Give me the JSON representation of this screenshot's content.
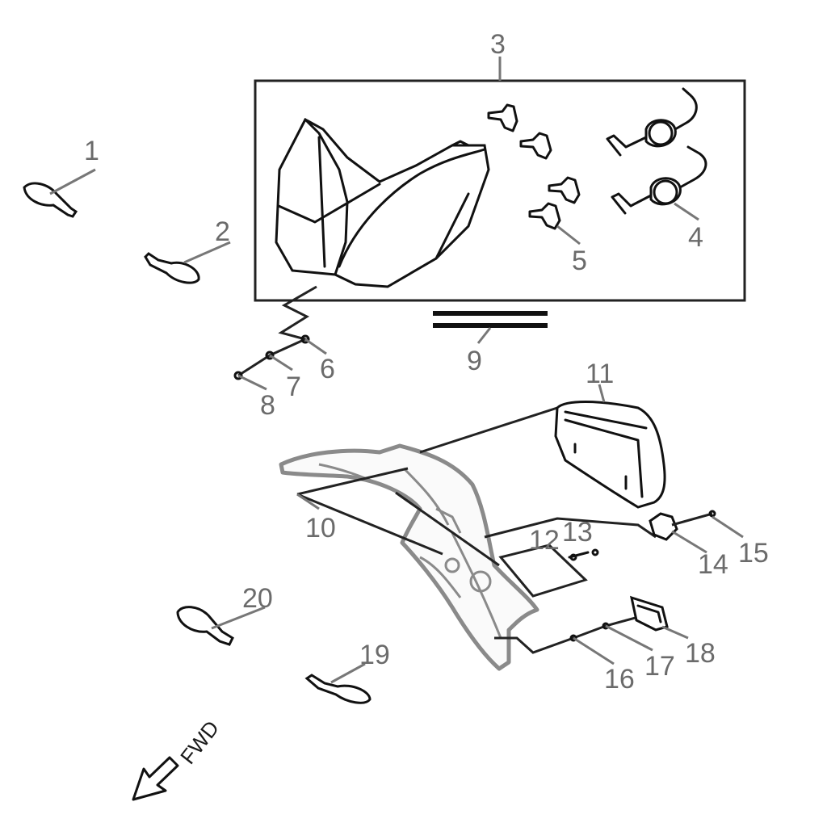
{
  "labels": {
    "p1": "1",
    "p2": "2",
    "p3": "3",
    "p4": "4",
    "p5": "5",
    "p6": "6",
    "p7": "7",
    "p8": "8",
    "p9": "9",
    "p10": "10",
    "p11": "11",
    "p12": "12",
    "p13": "13",
    "p14": "14",
    "p15": "15",
    "p16": "16",
    "p17": "17",
    "p18": "18",
    "p19": "19",
    "p20": "20"
  },
  "direction": "FWD"
}
